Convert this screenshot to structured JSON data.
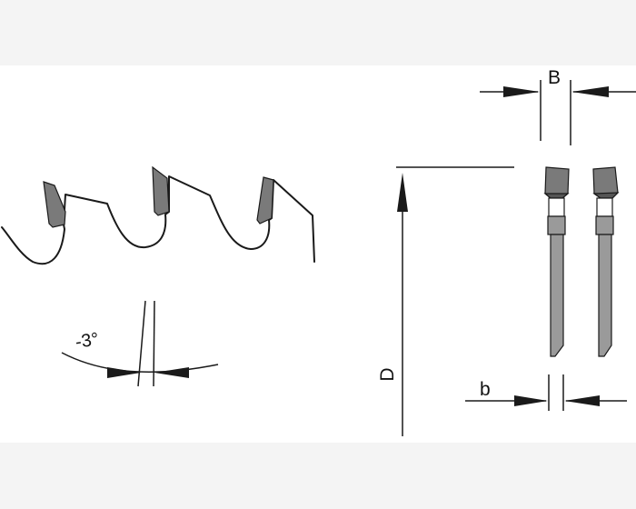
{
  "diagram": {
    "labels": {
      "hook_angle": "-3°",
      "kerf_width": "B",
      "plate_thickness": "b",
      "diameter": "D"
    },
    "colors": {
      "line": "#1a1a1a",
      "tip": "#7a7a7a",
      "tip_dark": "#555555",
      "body": "#9a9a9a",
      "background": "#ffffff",
      "band": "#f4f4f4"
    }
  }
}
